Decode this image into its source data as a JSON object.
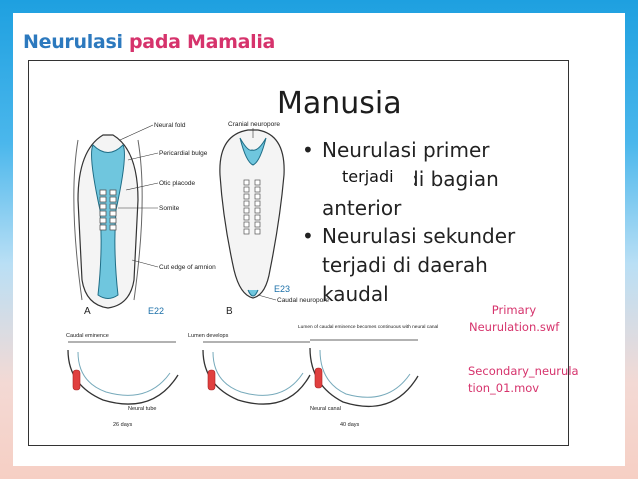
{
  "title": {
    "part1": "Neurulasi",
    "part2": "pada Mamalia"
  },
  "heading": "Manusia",
  "bullets": [
    {
      "line1": "Neurulasi primer",
      "line2": "di bagian",
      "line3": "anterior"
    },
    {
      "line1": "Neurulasi sekunder",
      "line2": "terjadi di daerah",
      "line3": "kaudal"
    }
  ],
  "overlay_text": "terjadi",
  "figure_labels": {
    "neural_fold": "Neural fold",
    "pericardial_bulge": "Pericardial bulge",
    "otic_placode": "Otic placode",
    "somite": "Somite",
    "cut_edge": "Cut edge of amnion",
    "cranial_neuropore": "Cranial neuropore",
    "caudal_neuropore": "Caudal neuropore",
    "label_a": "A",
    "label_e22": "E22",
    "label_b": "B",
    "label_e23": "E23",
    "caudal_eminence": "Caudal eminence",
    "lumen_develops": "Lumen develops",
    "lumen_caudal": "Lumen of caudal eminence becomes continuous with neural canal",
    "neural_tube": "Neural tube",
    "neural_canal": "Neural canal",
    "days26": "26 days",
    "days40": "40 days"
  },
  "links": {
    "primary": {
      "line1": "Primary",
      "line2": "Neurulation.swf"
    },
    "secondary": {
      "line1": "Secondary_neurula",
      "line2": "tion_01.mov"
    }
  },
  "colors": {
    "title_blue": "#2c79be",
    "title_pink": "#d6336c",
    "neural_blue": "#6fc6de",
    "eminence_red": "#e0403f"
  }
}
